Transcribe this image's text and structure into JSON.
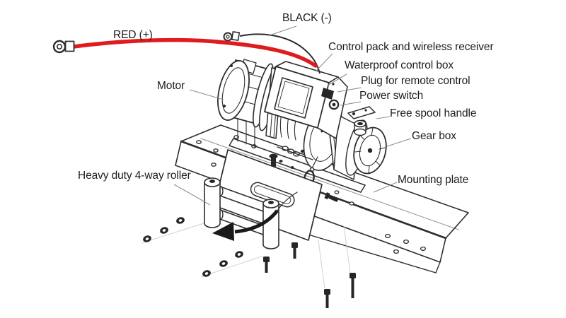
{
  "colors": {
    "cable_red": "#e01b1e",
    "ink": "#2d2d2d",
    "leader": "#8f8f8f",
    "arrow": "#1a1a1a",
    "text": "#1d1d1d",
    "background": "#ffffff"
  },
  "labels": {
    "red_cable": "RED (+)",
    "black_cable": "BLACK (-)",
    "control_pack": "Control pack and wireless receiver",
    "waterproof_box": "Waterproof control box",
    "remote_plug": "Plug for remote control",
    "power_switch": "Power switch",
    "motor": "Motor",
    "free_spool": "Free spool handle",
    "gear_box": "Gear box",
    "mounting_plate": "Mounting plate",
    "roller": "Heavy duty 4-way roller"
  }
}
